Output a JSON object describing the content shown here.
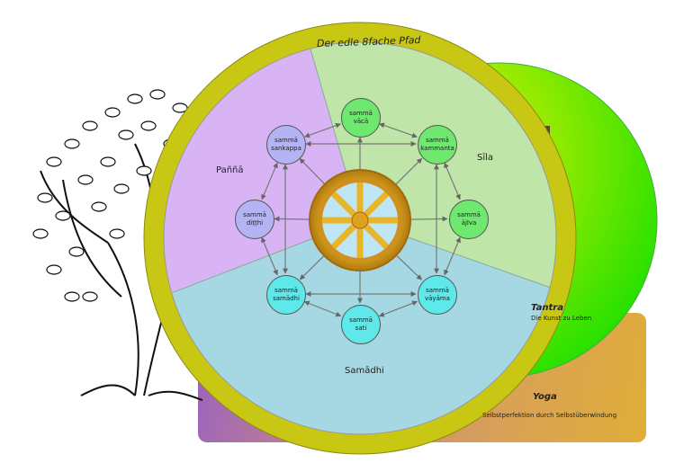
{
  "title": "Der edle 8fache Pfad",
  "sectors": {
    "panna": "Paññā",
    "sila": "Sīla",
    "samadhi": "Samādhi"
  },
  "tantra": {
    "title": "Tantra",
    "subtitle": "Die Kunst zu Leben"
  },
  "yoga": {
    "title": "Yoga",
    "subtitle": "Selbstperfektion durch Selbstüberwindung"
  },
  "nodes": [
    {
      "l1": "sammā",
      "l2": "vācā",
      "color": "#6ee86e"
    },
    {
      "l1": "sammā",
      "l2": "kammanta",
      "color": "#6ee86e"
    },
    {
      "l1": "sammā",
      "l2": "ājīva",
      "color": "#6ee86e"
    },
    {
      "l1": "sammā",
      "l2": "vāyāma",
      "color": "#5ee8ea"
    },
    {
      "l1": "sammā",
      "l2": "sati",
      "color": "#5ee8ea"
    },
    {
      "l1": "sammā",
      "l2": "samādhi",
      "color": "#5ee8ea"
    },
    {
      "l1": "sammā",
      "l2": "diṭṭhi",
      "color": "#b4b4f4"
    },
    {
      "l1": "sammā",
      "l2": "sankappa",
      "color": "#b4b4f4"
    }
  ]
}
